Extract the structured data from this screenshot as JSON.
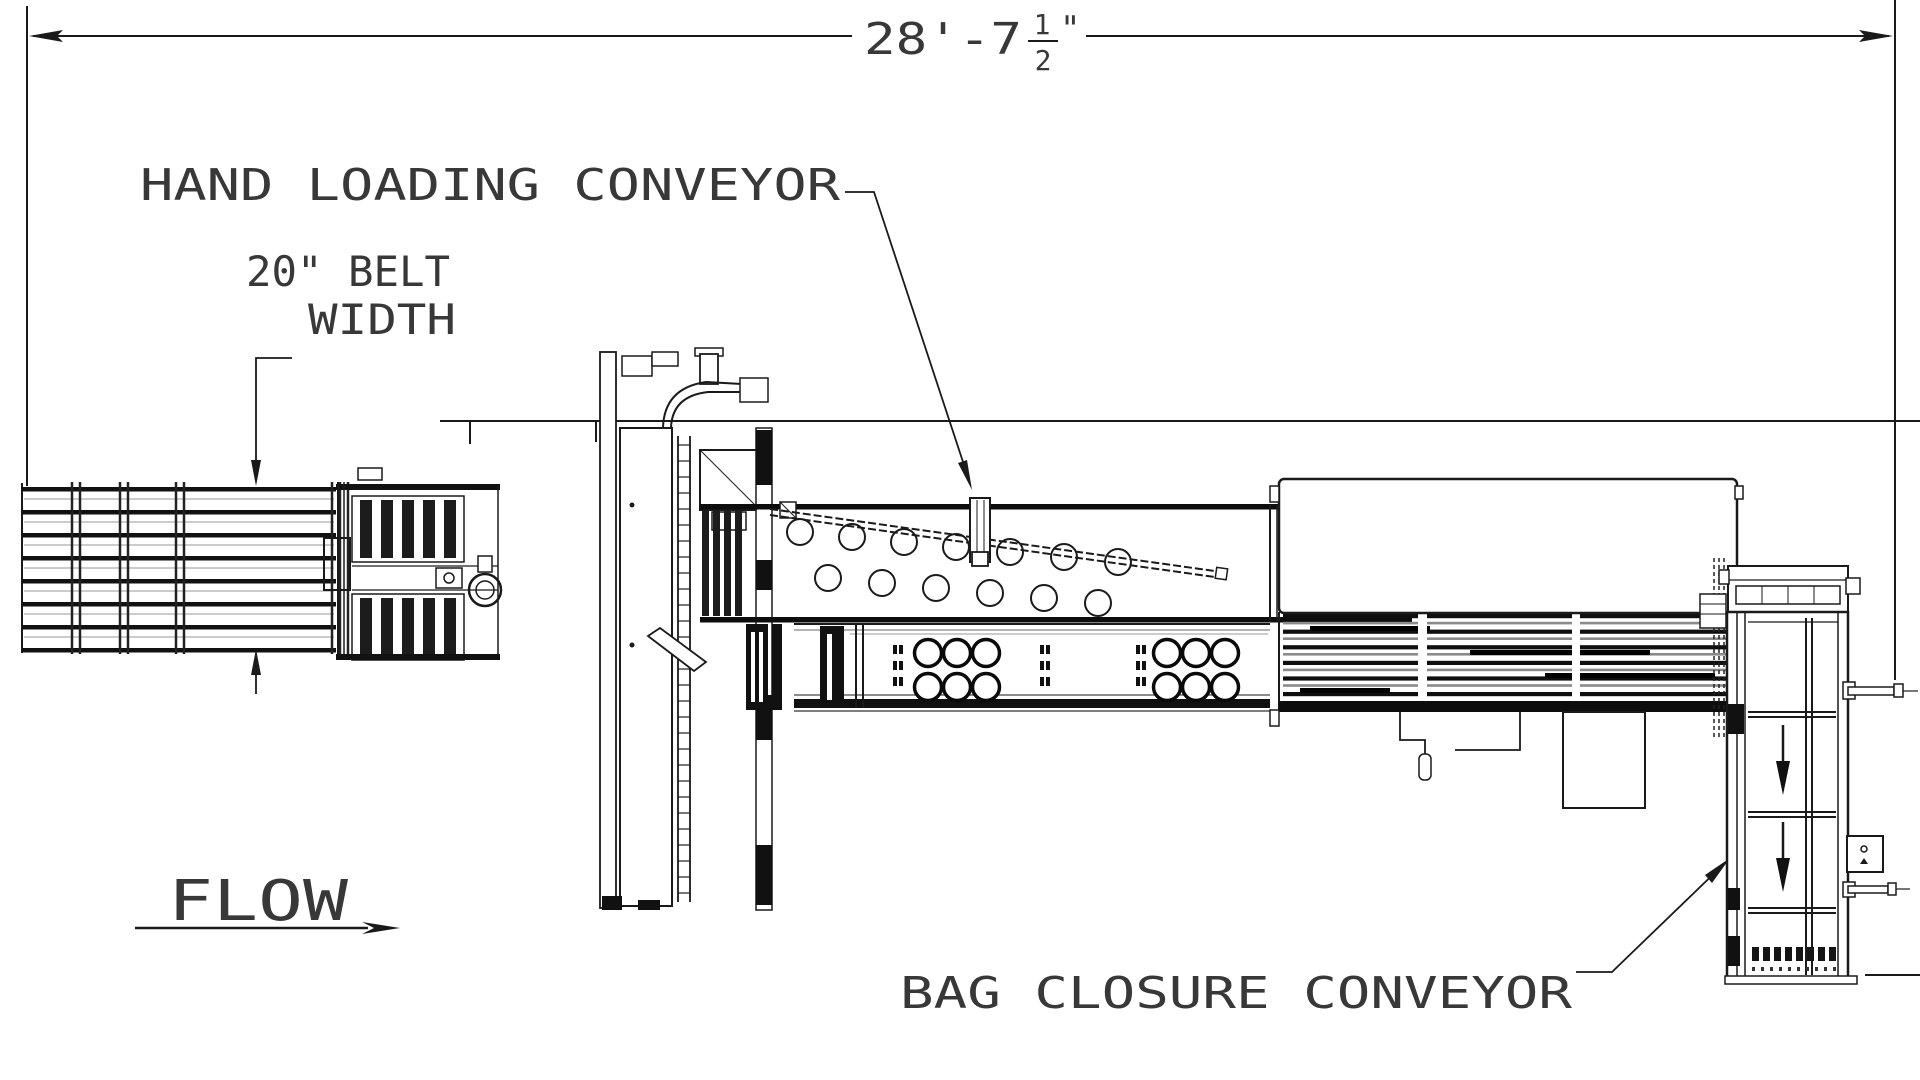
{
  "drawing": {
    "type": "plan-view-engineering-drawing",
    "background": "#ffffff",
    "line_color": "#1a1a1a",
    "text_color": "#383838"
  },
  "dimension_overall": {
    "value": "28'-7 1/2\"",
    "feet_part": "28'-7",
    "frac_num": "1",
    "frac_den": "2",
    "inch_mark": "\""
  },
  "labels": {
    "hand_loading": "HAND LOADING CONVEYOR",
    "belt_width_line1": "20\" BELT",
    "belt_width_line2": "WIDTH",
    "flow": "FLOW",
    "bag_closure": "BAG CLOSURE CONVEYOR"
  }
}
